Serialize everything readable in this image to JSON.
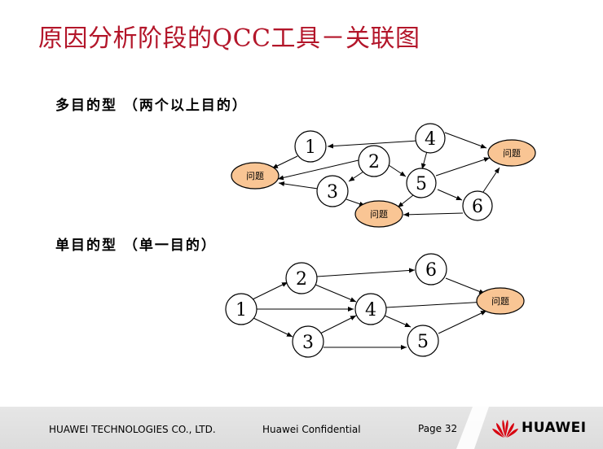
{
  "title": "原因分析阶段的QCC工具－关联图",
  "multi": {
    "label": "多目的型 （两个以上目的）",
    "nodes": {
      "n1": "1",
      "n2": "2",
      "n3": "3",
      "n4": "4",
      "n5": "5",
      "n6": "6"
    },
    "problems": {
      "pL": "问题",
      "pR": "问题",
      "pB": "问题"
    }
  },
  "single": {
    "label": "单目的型 （单一目的）",
    "nodes": {
      "n1": "1",
      "n2": "2",
      "n3": "3",
      "n4": "4",
      "n5": "5",
      "n6": "6"
    },
    "problems": {
      "p": "问题"
    }
  },
  "footer": {
    "company": "HUAWEI TECHNOLOGIES CO., LTD.",
    "confidential": "Huawei Confidential",
    "page": "Page 32",
    "brand": "HUAWEI"
  },
  "colors": {
    "title": "#b3162a",
    "problem_fill": "#f9c594",
    "logo_red": "#d7000f"
  }
}
